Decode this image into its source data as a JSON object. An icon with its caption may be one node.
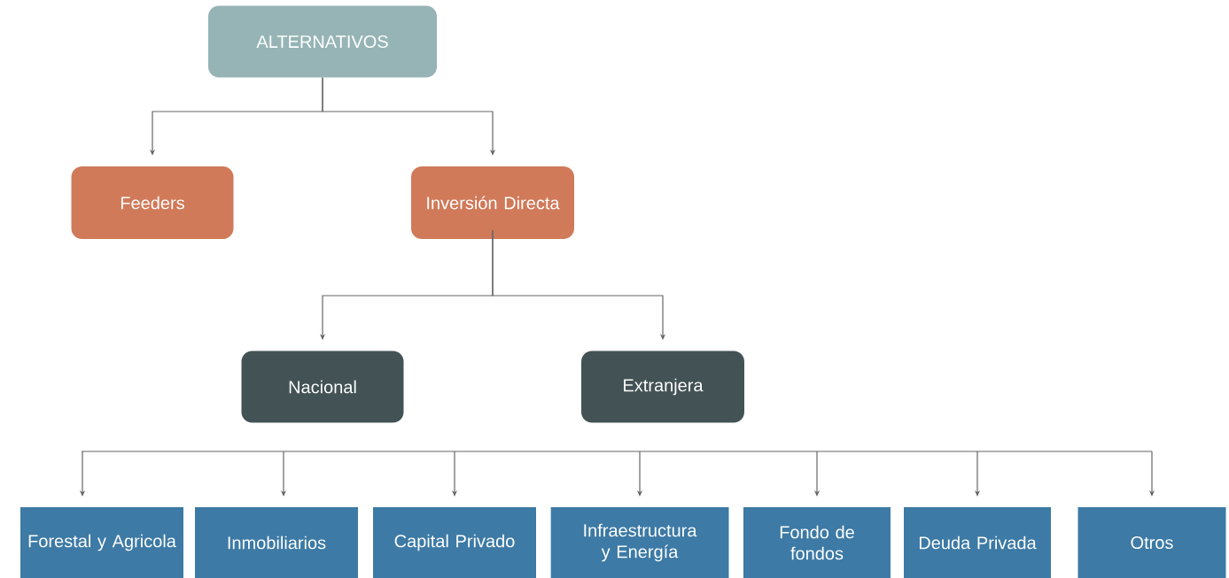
{
  "diagram": {
    "nodes": [
      {
        "text": [
          "ALTERNATIVOS"
        ]
      },
      {
        "text": [
          "Feeders"
        ]
      },
      {
        "text": [
          "Inversión Directa"
        ]
      },
      {
        "text": [
          "Nacional"
        ]
      },
      {
        "text": [
          "Extranjera"
        ]
      },
      {
        "text": [
          "Forestal y Agricola"
        ]
      },
      {
        "text": [
          "Inmobiliarios"
        ]
      },
      {
        "text": [
          "Capital Privado"
        ]
      },
      {
        "text": [
          "Infraestructura y Energía"
        ]
      },
      {
        "text": [
          "Fondo de fondos"
        ]
      },
      {
        "text": [
          "Deuda Privada"
        ]
      },
      {
        "text": [
          "Otros"
        ]
      }
    ],
    "edges": [
      {
        "from": 0,
        "to": 1,
        "arrow": "to"
      },
      {
        "from": 0,
        "to": 2,
        "arrow": "to"
      },
      {
        "from": 2,
        "to": 3,
        "arrow": "to"
      },
      {
        "from": 2,
        "to": 4,
        "arrow": "to"
      },
      {
        "from": null,
        "to": 5,
        "arrow": "to"
      },
      {
        "from": null,
        "to": 6,
        "arrow": "to"
      },
      {
        "from": null,
        "to": 7,
        "arrow": "to"
      },
      {
        "from": null,
        "to": 8,
        "arrow": "to"
      },
      {
        "from": null,
        "to": 9,
        "arrow": "to"
      },
      {
        "from": null,
        "to": 10,
        "arrow": "to"
      },
      {
        "from": null,
        "to": 11,
        "arrow": "to"
      }
    ]
  }
}
